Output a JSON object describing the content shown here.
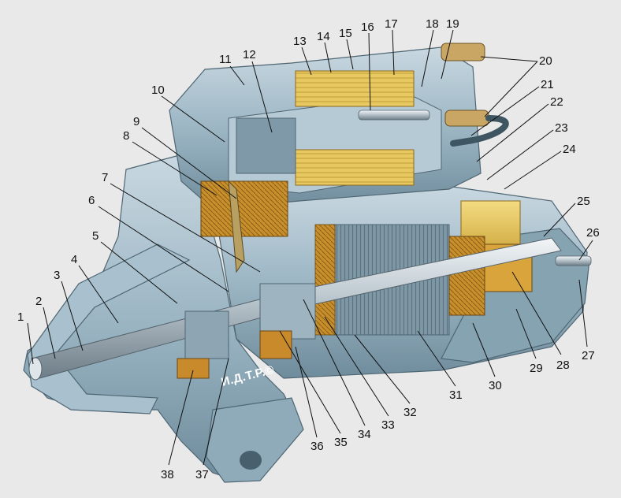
{
  "watermark": "И.Д.Т.Р.©",
  "colors": {
    "background": "#e9e9ea",
    "housing": "#9cb6c4",
    "housing_dark": "#6f8c9c",
    "housing_light": "#c7d7e0",
    "winding": "#e8c860",
    "copper": "#c8902c",
    "brush": "#d9a43c",
    "shaft": "#b8c4cc"
  },
  "callouts": [
    {
      "n": "1"
    },
    {
      "n": "2"
    },
    {
      "n": "3"
    },
    {
      "n": "4"
    },
    {
      "n": "5"
    },
    {
      "n": "6"
    },
    {
      "n": "7"
    },
    {
      "n": "8"
    },
    {
      "n": "9"
    },
    {
      "n": "10"
    },
    {
      "n": "11"
    },
    {
      "n": "12"
    },
    {
      "n": "13"
    },
    {
      "n": "14"
    },
    {
      "n": "15"
    },
    {
      "n": "16"
    },
    {
      "n": "17"
    },
    {
      "n": "18"
    },
    {
      "n": "19"
    },
    {
      "n": "20"
    },
    {
      "n": "21"
    },
    {
      "n": "22"
    },
    {
      "n": "23"
    },
    {
      "n": "24"
    },
    {
      "n": "25"
    },
    {
      "n": "26"
    },
    {
      "n": "27"
    },
    {
      "n": "28"
    },
    {
      "n": "29"
    },
    {
      "n": "30"
    },
    {
      "n": "31"
    },
    {
      "n": "32"
    },
    {
      "n": "33"
    },
    {
      "n": "34"
    },
    {
      "n": "35"
    },
    {
      "n": "36"
    },
    {
      "n": "37"
    },
    {
      "n": "38"
    }
  ]
}
